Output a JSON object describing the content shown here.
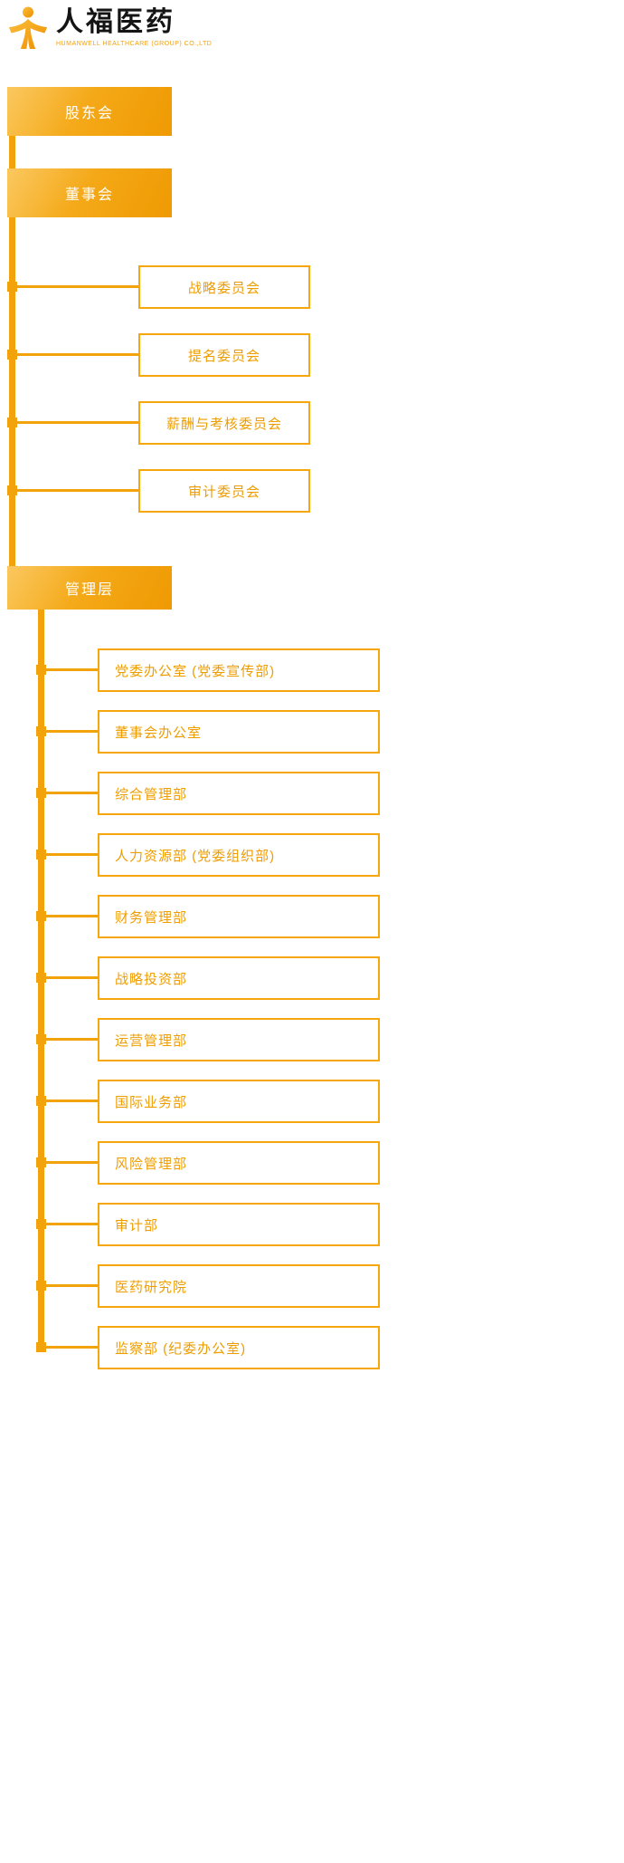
{
  "logo": {
    "icon": "person-icon",
    "company_name": "人福医药",
    "tagline": "HUMANWELL HEALTHCARE (GROUP) CO.,LTD"
  },
  "org_chart": {
    "levels": {
      "shareholders": "股东会",
      "board": "董事会",
      "management": "管理层"
    },
    "board_committees": [
      "战略委员会",
      "提名委员会",
      "薪酬与考核委员会",
      "审计委员会"
    ],
    "management_departments": [
      "党委办公室 (党委宣传部)",
      "董事会办公室",
      "综合管理部",
      "人力资源部 (党委组织部)",
      "财务管理部",
      "战略投资部",
      "运营管理部",
      "国际业务部",
      "风险管理部",
      "审计部",
      "医药研究院",
      "监察部 (纪委办公室)"
    ],
    "colors": {
      "primary_orange": "#F2A30B",
      "gradient_light": "#F9B832",
      "gradient_dark": "#EF9A03",
      "outline_border": "#F6A70D",
      "outline_text": "#EE9D00"
    }
  }
}
